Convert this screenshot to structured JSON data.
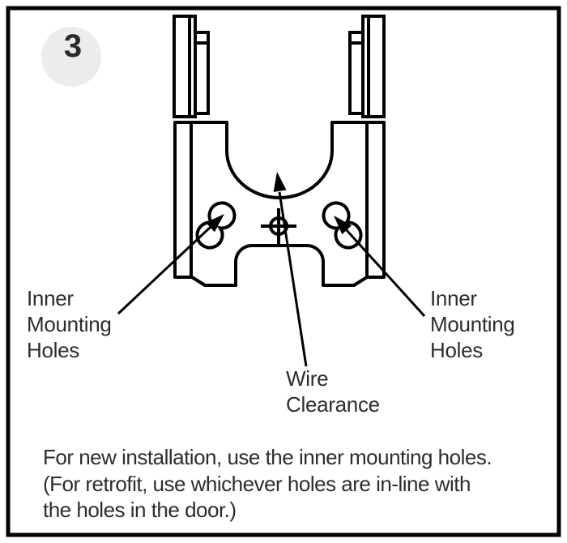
{
  "figure": {
    "step_number": "3",
    "labels": {
      "inner_left": {
        "lines": [
          "Inner",
          "Mounting",
          "Holes"
        ]
      },
      "inner_right": {
        "lines": [
          "Inner",
          "Mounting",
          "Holes"
        ]
      },
      "wire": {
        "lines": [
          "Wire",
          "Clearance"
        ]
      }
    },
    "instructions": {
      "lines": [
        "For new installation, use the inner mounting holes.",
        "(For retrofit, use whichever holes are in-line with",
        "the holes in the door.)"
      ]
    },
    "colors": {
      "line": "#000000",
      "text": "#2d2d2d",
      "badge_fill": "#ececec",
      "background": "#ffffff"
    }
  }
}
